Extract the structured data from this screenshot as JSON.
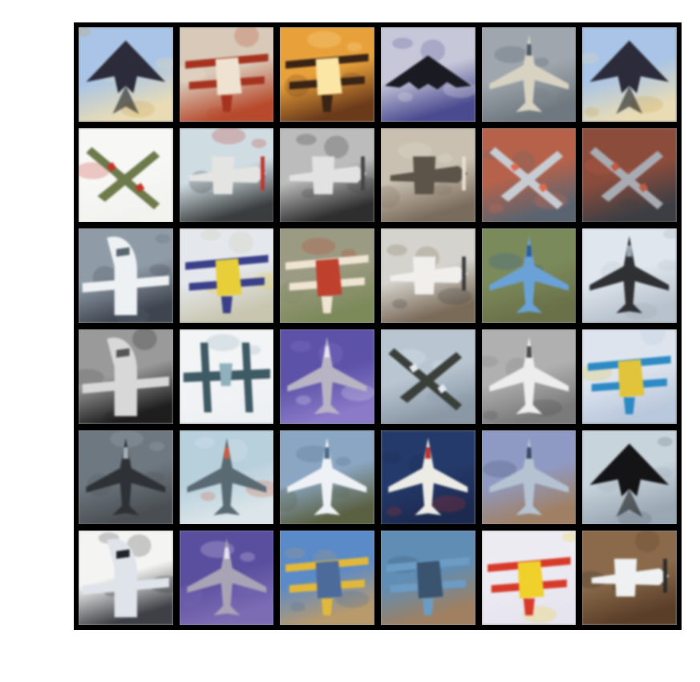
{
  "grid": {
    "rows": 6,
    "cols": 6,
    "border_color": "#000000",
    "background": "#ffffff"
  },
  "tiles": [
    {
      "name": "tile-stealth-jet-topview",
      "sky": "#a9c4e6",
      "ground": "#e9dcb5",
      "plane": "#2b2b3a",
      "accent": "#c9a04a",
      "shape": "delta"
    },
    {
      "name": "tile-red-biplane-closeup",
      "sky": "#d8c9b8",
      "ground": "#b74a2c",
      "plane": "#a63320",
      "accent": "#efe2d0",
      "shape": "biplane"
    },
    {
      "name": "tile-biplane-sunset",
      "sky": "#e8a13a",
      "ground": "#6b3a1a",
      "plane": "#3a2416",
      "accent": "#fbe6a6",
      "shape": "biplane"
    },
    {
      "name": "tile-stealth-bomber-clouds",
      "sky": "#c7c7da",
      "ground": "#4a4a90",
      "plane": "#1a1a22",
      "accent": "#efefef",
      "shape": "flyingwing"
    },
    {
      "name": "tile-jet-formation-aerial",
      "sky": "#9fa6ad",
      "ground": "#6f7880",
      "plane": "#d7d2c2",
      "accent": "#4b5a6a",
      "shape": "jet"
    },
    {
      "name": "tile-stealth-jet-topview-repeat",
      "sky": "#a9c4e6",
      "ground": "#e9dcb5",
      "plane": "#2b2b3a",
      "accent": "#c9a04a",
      "shape": "delta"
    },
    {
      "name": "tile-green-bomber-white",
      "sky": "#f7f7f5",
      "ground": "#f2f2ef",
      "plane": "#6d7a4a",
      "accent": "#c8322a",
      "shape": "bomber"
    },
    {
      "name": "tile-propeller-closeup",
      "sky": "#cfdde2",
      "ground": "#3a3d3e",
      "plane": "#e4e4e2",
      "accent": "#c0322e",
      "shape": "prop"
    },
    {
      "name": "tile-grayscale-fighter",
      "sky": "#bcbcbc",
      "ground": "#2e2e2e",
      "plane": "#e2e2e2",
      "accent": "#444444",
      "shape": "prop"
    },
    {
      "name": "tile-ww2-plane-airfield",
      "sky": "#c9c0b2",
      "ground": "#7a6c5c",
      "plane": "#5c5448",
      "accent": "#e7ded0",
      "shape": "prop"
    },
    {
      "name": "tile-b17-red-sky",
      "sky": "#b6624a",
      "ground": "#5a6470",
      "plane": "#c7ccd2",
      "accent": "#e06a4e",
      "shape": "bomber"
    },
    {
      "name": "tile-b17-red-sky-dark",
      "sky": "#8c4c3c",
      "ground": "#3c3e44",
      "plane": "#a8acb2",
      "accent": "#c05a44",
      "shape": "bomber"
    },
    {
      "name": "tile-white-airliner-nose",
      "sky": "#8f9ba6",
      "ground": "#3e4550",
      "plane": "#eef1f4",
      "accent": "#5a6670",
      "shape": "airliner"
    },
    {
      "name": "tile-yellow-blue-biplane",
      "sky": "#e4e8ec",
      "ground": "#c9c6b0",
      "plane": "#3a3f8a",
      "accent": "#e8cf3a",
      "shape": "biplane"
    },
    {
      "name": "tile-red-white-biplane-field",
      "sky": "#9b9a82",
      "ground": "#7c8a5a",
      "plane": "#efe4d2",
      "accent": "#c0402e",
      "shape": "biplane"
    },
    {
      "name": "tile-small-plane-parked",
      "sky": "#d4d3cd",
      "ground": "#7a6a58",
      "plane": "#f0efec",
      "accent": "#3a3a3a",
      "shape": "prop"
    },
    {
      "name": "tile-blue-jet-grass",
      "sky": "#7b8a5a",
      "ground": "#6a7048",
      "plane": "#6aa2d8",
      "accent": "#2c5e9a",
      "shape": "jet"
    },
    {
      "name": "tile-jet-cloudy-sky",
      "sky": "#dfe6ee",
      "ground": "#b7c2cc",
      "plane": "#2f3034",
      "accent": "#9aa8b4",
      "shape": "jet"
    },
    {
      "name": "tile-grayscale-hangar",
      "sky": "#9a9a9a",
      "ground": "#1e1e1e",
      "plane": "#d8d8d8",
      "accent": "#555555",
      "shape": "airliner"
    },
    {
      "name": "tile-p38-white-bg",
      "sky": "#f2f4f6",
      "ground": "#eef1f3",
      "plane": "#3e5a64",
      "accent": "#8fb0bc",
      "shape": "twinboom"
    },
    {
      "name": "tile-jet-purple-sky",
      "sky": "#5c52a8",
      "ground": "#8a7ac8",
      "plane": "#b8b4c4",
      "accent": "#e8e2f4",
      "shape": "jet"
    },
    {
      "name": "tile-bomber-clouds",
      "sky": "#b9c6d2",
      "ground": "#8a98a6",
      "plane": "#3b3f3a",
      "accent": "#e4ebf0",
      "shape": "bomber"
    },
    {
      "name": "tile-grayscale-aerial",
      "sky": "#b0b0b0",
      "ground": "#7a7a7a",
      "plane": "#ededed",
      "accent": "#4a4a4a",
      "shape": "jet"
    },
    {
      "name": "tile-colorful-biplane-sky",
      "sky": "#dde4ee",
      "ground": "#b9c8dc",
      "plane": "#2c8ac4",
      "accent": "#e2c43a",
      "shape": "biplane"
    },
    {
      "name": "tile-fighter-airshow",
      "sky": "#6e7880",
      "ground": "#4a4e52",
      "plane": "#2e3236",
      "accent": "#a6b0b8",
      "shape": "jet"
    },
    {
      "name": "tile-jet-blue-red",
      "sky": "#b8d0dc",
      "ground": "#dce6ea",
      "plane": "#5a6a72",
      "accent": "#d05a40",
      "shape": "jet"
    },
    {
      "name": "tile-banking-jet",
      "sky": "#8aa6c2",
      "ground": "#5a6042",
      "plane": "#eef2f6",
      "accent": "#4a6a8a",
      "shape": "jet"
    },
    {
      "name": "tile-white-jet-museum",
      "sky": "#243a6a",
      "ground": "#1c2a50",
      "plane": "#ecebe6",
      "accent": "#c0302a",
      "shape": "jet"
    },
    {
      "name": "tile-f15-desert",
      "sky": "#8f9ac4",
      "ground": "#a08064",
      "plane": "#b4c2d2",
      "accent": "#3a4a66",
      "shape": "jet"
    },
    {
      "name": "tile-sr71-clouds",
      "sky": "#c8d4dc",
      "ground": "#9aa8b4",
      "plane": "#141416",
      "accent": "#5a6670",
      "shape": "delta"
    },
    {
      "name": "tile-white-plane-front",
      "sky": "#f4f4f2",
      "ground": "#3e4046",
      "plane": "#dfe4ea",
      "accent": "#20242a",
      "shape": "airliner"
    },
    {
      "name": "tile-jet-purple-sky-2",
      "sky": "#5a4e9e",
      "ground": "#7c6cb4",
      "plane": "#a8a4b6",
      "accent": "#e6e0f2",
      "shape": "jet"
    },
    {
      "name": "tile-yellow-biplane-ground",
      "sky": "#5a8ac8",
      "ground": "#b89a6c",
      "plane": "#e2b83a",
      "accent": "#4c6a9a",
      "shape": "biplane"
    },
    {
      "name": "tile-blue-biplane-museum",
      "sky": "#5f8db4",
      "ground": "#a08060",
      "plane": "#6c9cc4",
      "accent": "#3a5470",
      "shape": "biplane"
    },
    {
      "name": "tile-red-yellow-biplane",
      "sky": "#ecebf2",
      "ground": "#e6e4ee",
      "plane": "#d83a2a",
      "accent": "#f0d02a",
      "shape": "biplane"
    },
    {
      "name": "tile-white-plane-dirt",
      "sky": "#8a6a4a",
      "ground": "#5a3e28",
      "plane": "#eef0f2",
      "accent": "#2a2a2a",
      "shape": "prop"
    }
  ]
}
